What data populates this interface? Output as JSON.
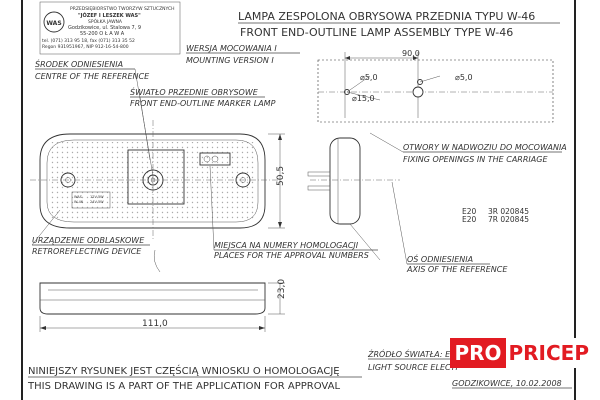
{
  "company": {
    "line1": "PRZEDSIĘBIORSTWO TWORZYW SZTUCZNYCH",
    "line2": "\"JÓZEF I LESZEK WAS\"",
    "line3": "SPÓŁKA JAWNA",
    "line4": "Godzikowice, ul. Stalowa 7, 9",
    "line5": "55-200 O Ł A W A",
    "line6": "tel. (071) 313 95 18, fax (071) 313 35 52",
    "line7": "Regon 931951967, NIP 912-16-54-800",
    "logo_text": "WAS"
  },
  "title": {
    "pl": "LAMPA ZESPOLONA OBRYSOWA PRZEDNIA TYPU W-46",
    "en": "FRONT END-OUTLINE LAMP ASSEMBLY TYPE W-46"
  },
  "labels": {
    "mounting_pl": "WERSJA MOCOWANIA I",
    "mounting_en": "MOUNTING VERSION I",
    "centre_pl": "ŚRODEK ODNIESIENIA",
    "centre_en": "CENTRE OF THE REFERENCE",
    "marker_pl": "ŚWIATŁO PRZEDNIE OBRYSOWE",
    "marker_en": "FRONT END-OUTLINE MARKER LAMP",
    "holes_pl": "OTWORY W NADWOZIU DO MOCOWANIA",
    "holes_en": "FIXING OPENINGS IN THE CARRIAGE",
    "retro_pl": "URZĄDZENIE ODBLASKOWE",
    "retro_en": "RETROREFLECTING DEVICE",
    "approval_pl": "MIEJSCA NA NUMERY HOMOLOGACJI",
    "approval_en": "PLACES FOR THE APPROVAL NUMBERS",
    "axis_pl": "OŚ ODNIESIENIA",
    "axis_en": "AXIS OF THE REFERENCE",
    "source_pl": "ŹRÓDŁO ŚWIATŁA: ELE",
    "source_en": "LIGHT SOURCE ELECTI"
  },
  "dimensions": {
    "hole_spacing": "90,0",
    "d_small_left": "⌀5,0",
    "d_small_right": "⌀5,0",
    "d_large": "⌀15,0",
    "height": "50,5",
    "length": "111,0",
    "depth": "23,0"
  },
  "approval_numbers": {
    "row1_prefix": "E20",
    "row1_code": "3R 020845",
    "row2_prefix": "E20",
    "row2_code": "7R 020845",
    "small_lines": [
      "WAS",
      "W-46",
      "12V 5W",
      "24V 5W"
    ]
  },
  "footer": {
    "note_pl": "NINIEJSZY RYSUNEK JEST CZĘŚCIĄ WNIOSKU O HOMOLOGACJĘ",
    "note_en": "THIS DRAWING IS A PART OF THE APPLICATION FOR APPROVAL",
    "place_date": "GODZIKOWICE, 10.02.2008"
  },
  "watermark": {
    "pro": "PRO",
    "pricep": "PRICEP",
    "colors": {
      "red": "#e21b22",
      "white": "#ffffff"
    }
  }
}
